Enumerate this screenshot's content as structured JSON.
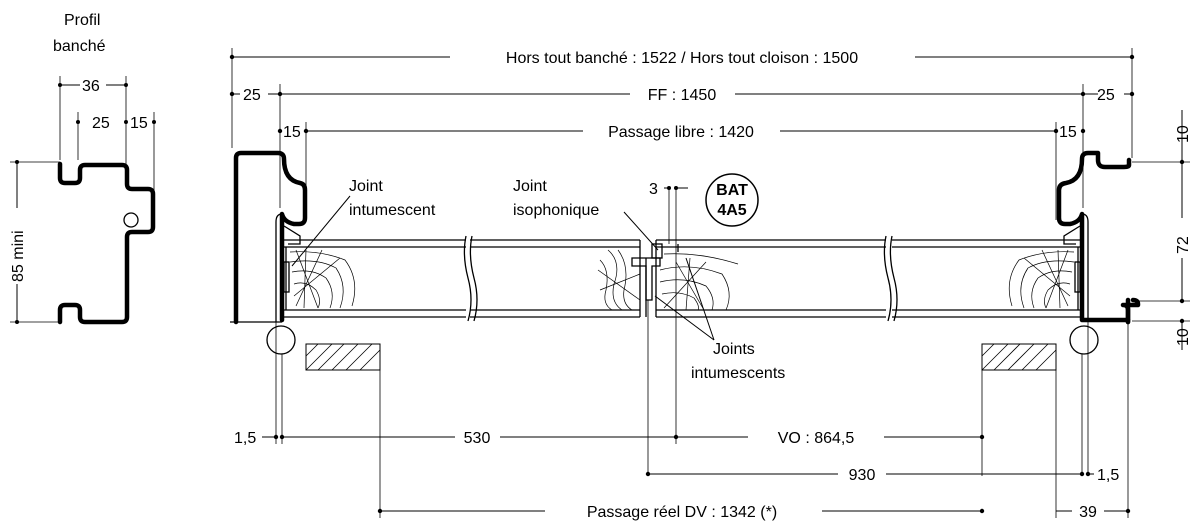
{
  "profile": {
    "title_line1": "Profil",
    "title_line2": "banché",
    "dim_36": "36",
    "dim_25": "25",
    "dim_15": "15",
    "dim_85": "85 mini"
  },
  "dimensions": {
    "overall": "Hors tout banché : 1522 / Hors tout cloison : 1500",
    "left_25": "25",
    "ff": "FF : 1450",
    "right_25": "25",
    "left_15": "15",
    "passage_libre": "Passage libre : 1420",
    "right_15": "15",
    "gap_3": "3",
    "bottom_left_15": "1,5",
    "dim_530": "530",
    "vo": "VO : 864,5",
    "dim_930": "930",
    "bottom_right_15": "1,5",
    "passage_reel": "Passage réel DV : 1342 (*)",
    "dim_39": "39",
    "vert_10_top": "10",
    "vert_72": "72",
    "vert_10_bottom": "10"
  },
  "labels": {
    "joint_intumescent_1": "Joint",
    "joint_intumescent_2": "intumescent",
    "joint_iso_1": "Joint",
    "joint_iso_2": "isophonique",
    "joints_int_1": "Joints",
    "joints_int_2": "intumescents"
  },
  "badge": {
    "line1": "BAT",
    "line2": "4A5"
  }
}
